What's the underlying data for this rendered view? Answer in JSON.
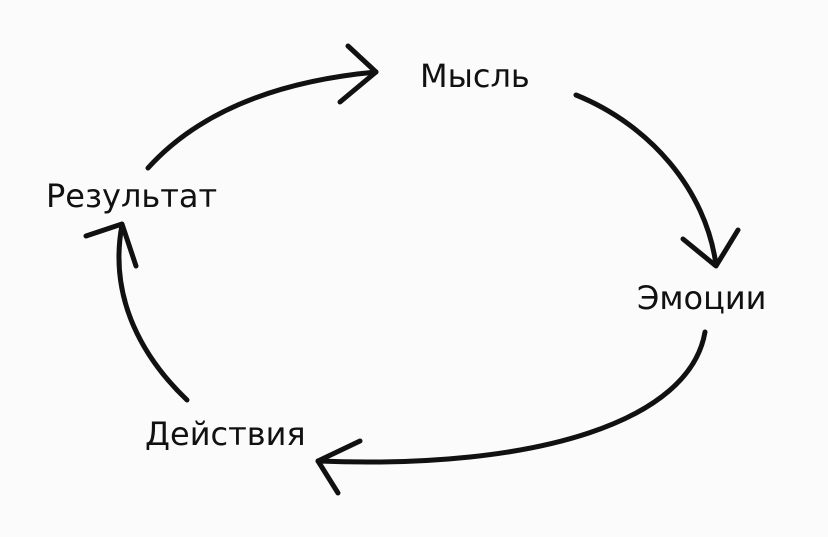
{
  "diagram": {
    "type": "cycle",
    "nodes": [
      {
        "id": "thought",
        "label": "Мысль"
      },
      {
        "id": "emotions",
        "label": "Эмоции"
      },
      {
        "id": "actions",
        "label": "Действия"
      },
      {
        "id": "result",
        "label": "Результат"
      }
    ],
    "edges": [
      {
        "from": "thought",
        "to": "emotions"
      },
      {
        "from": "emotions",
        "to": "actions"
      },
      {
        "from": "actions",
        "to": "result"
      },
      {
        "from": "result",
        "to": "thought"
      }
    ],
    "colors": {
      "stroke": "#111111",
      "background": "#fbfbfb"
    }
  }
}
